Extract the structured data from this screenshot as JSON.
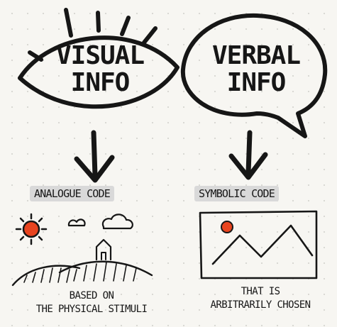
{
  "left": {
    "title_line1": "VISUAL",
    "title_line2": "INFO",
    "code_label": "ANALOGUE CODE",
    "caption_line1": "BASED ON",
    "caption_line2": "THE PHYSICAL STIMULI"
  },
  "right": {
    "title_line1": "VERBAL",
    "title_line2": "INFO",
    "code_label": "SYMBOLIC CODE",
    "caption_line1": "THAT IS",
    "caption_line2": "ARBITRARILY CHOSEN"
  },
  "colors": {
    "ink": "#161616",
    "sun": "#e8441f",
    "label_highlight": "#d9d9d9"
  }
}
